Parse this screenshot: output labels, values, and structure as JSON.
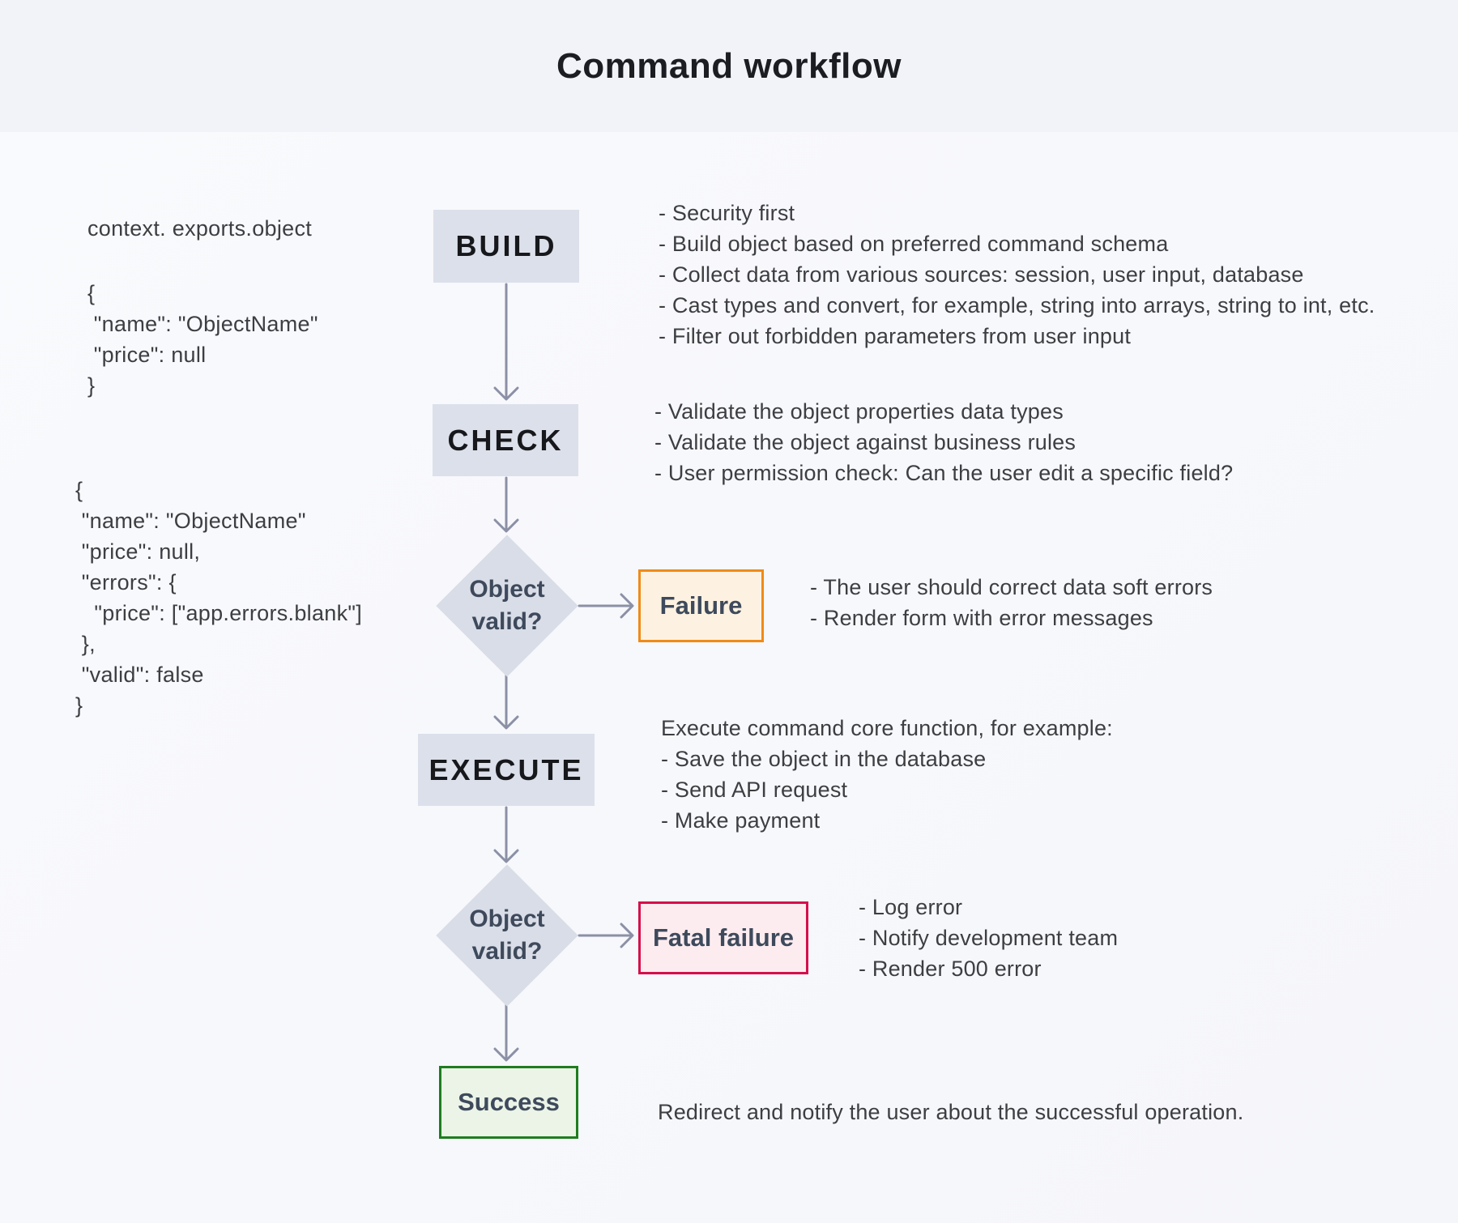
{
  "title": "Command workflow",
  "code": {
    "context_label": "context. exports.object",
    "build_object": "{\n \"name\": \"ObjectName\"\n \"price\": null\n}",
    "check_object": "{\n \"name\": \"ObjectName\"\n \"price\": null,\n \"errors\": {\n   \"price\": [\"app.errors.blank\"]\n },\n \"valid\": false\n}"
  },
  "flow": {
    "build_label": "BUILD",
    "check_label": "CHECK",
    "valid_check_1_label": "Object\nvalid?",
    "execute_label": "EXECUTE",
    "valid_check_2_label": "Object\nvalid?",
    "failure_label": "Failure",
    "fatal_failure_label": "Fatal failure",
    "success_label": "Success"
  },
  "annotations": {
    "build": [
      "- Security first",
      "- Build object based on preferred command schema",
      "- Collect data from various sources: session, user input, database",
      "- Cast types and convert, for example, string into arrays, string to int, etc.",
      "- Filter out forbidden parameters from user input"
    ],
    "check": [
      "- Validate the object properties data types",
      "- Validate the object against business rules",
      "- User permission check: Can the user edit a specific field?"
    ],
    "failure": [
      "- The user should correct data soft errors",
      "- Render form with error messages"
    ],
    "execute": [
      "Execute command core function, for example:",
      "- Save the object in the database",
      "- Send API request",
      "- Make payment"
    ],
    "fatal_failure": [
      "- Log error",
      "- Notify development team",
      "- Render 500 error"
    ],
    "success": "Redirect and notify the user about the successful operation."
  },
  "colors": {
    "node_fill": "#dce0ea",
    "diamond_fill": "#d9dde7",
    "arrow": "#8b90a6",
    "failure_border": "#f08a18",
    "failure_fill": "#fdf2e1",
    "fatal_failure_border": "#d50f4b",
    "fatal_failure_fill": "#fdecef",
    "success_border": "#1e7d1f",
    "success_fill": "#ebf4e7",
    "header_band": "#f2f3f8",
    "dark_label": "#3e4a5c"
  }
}
